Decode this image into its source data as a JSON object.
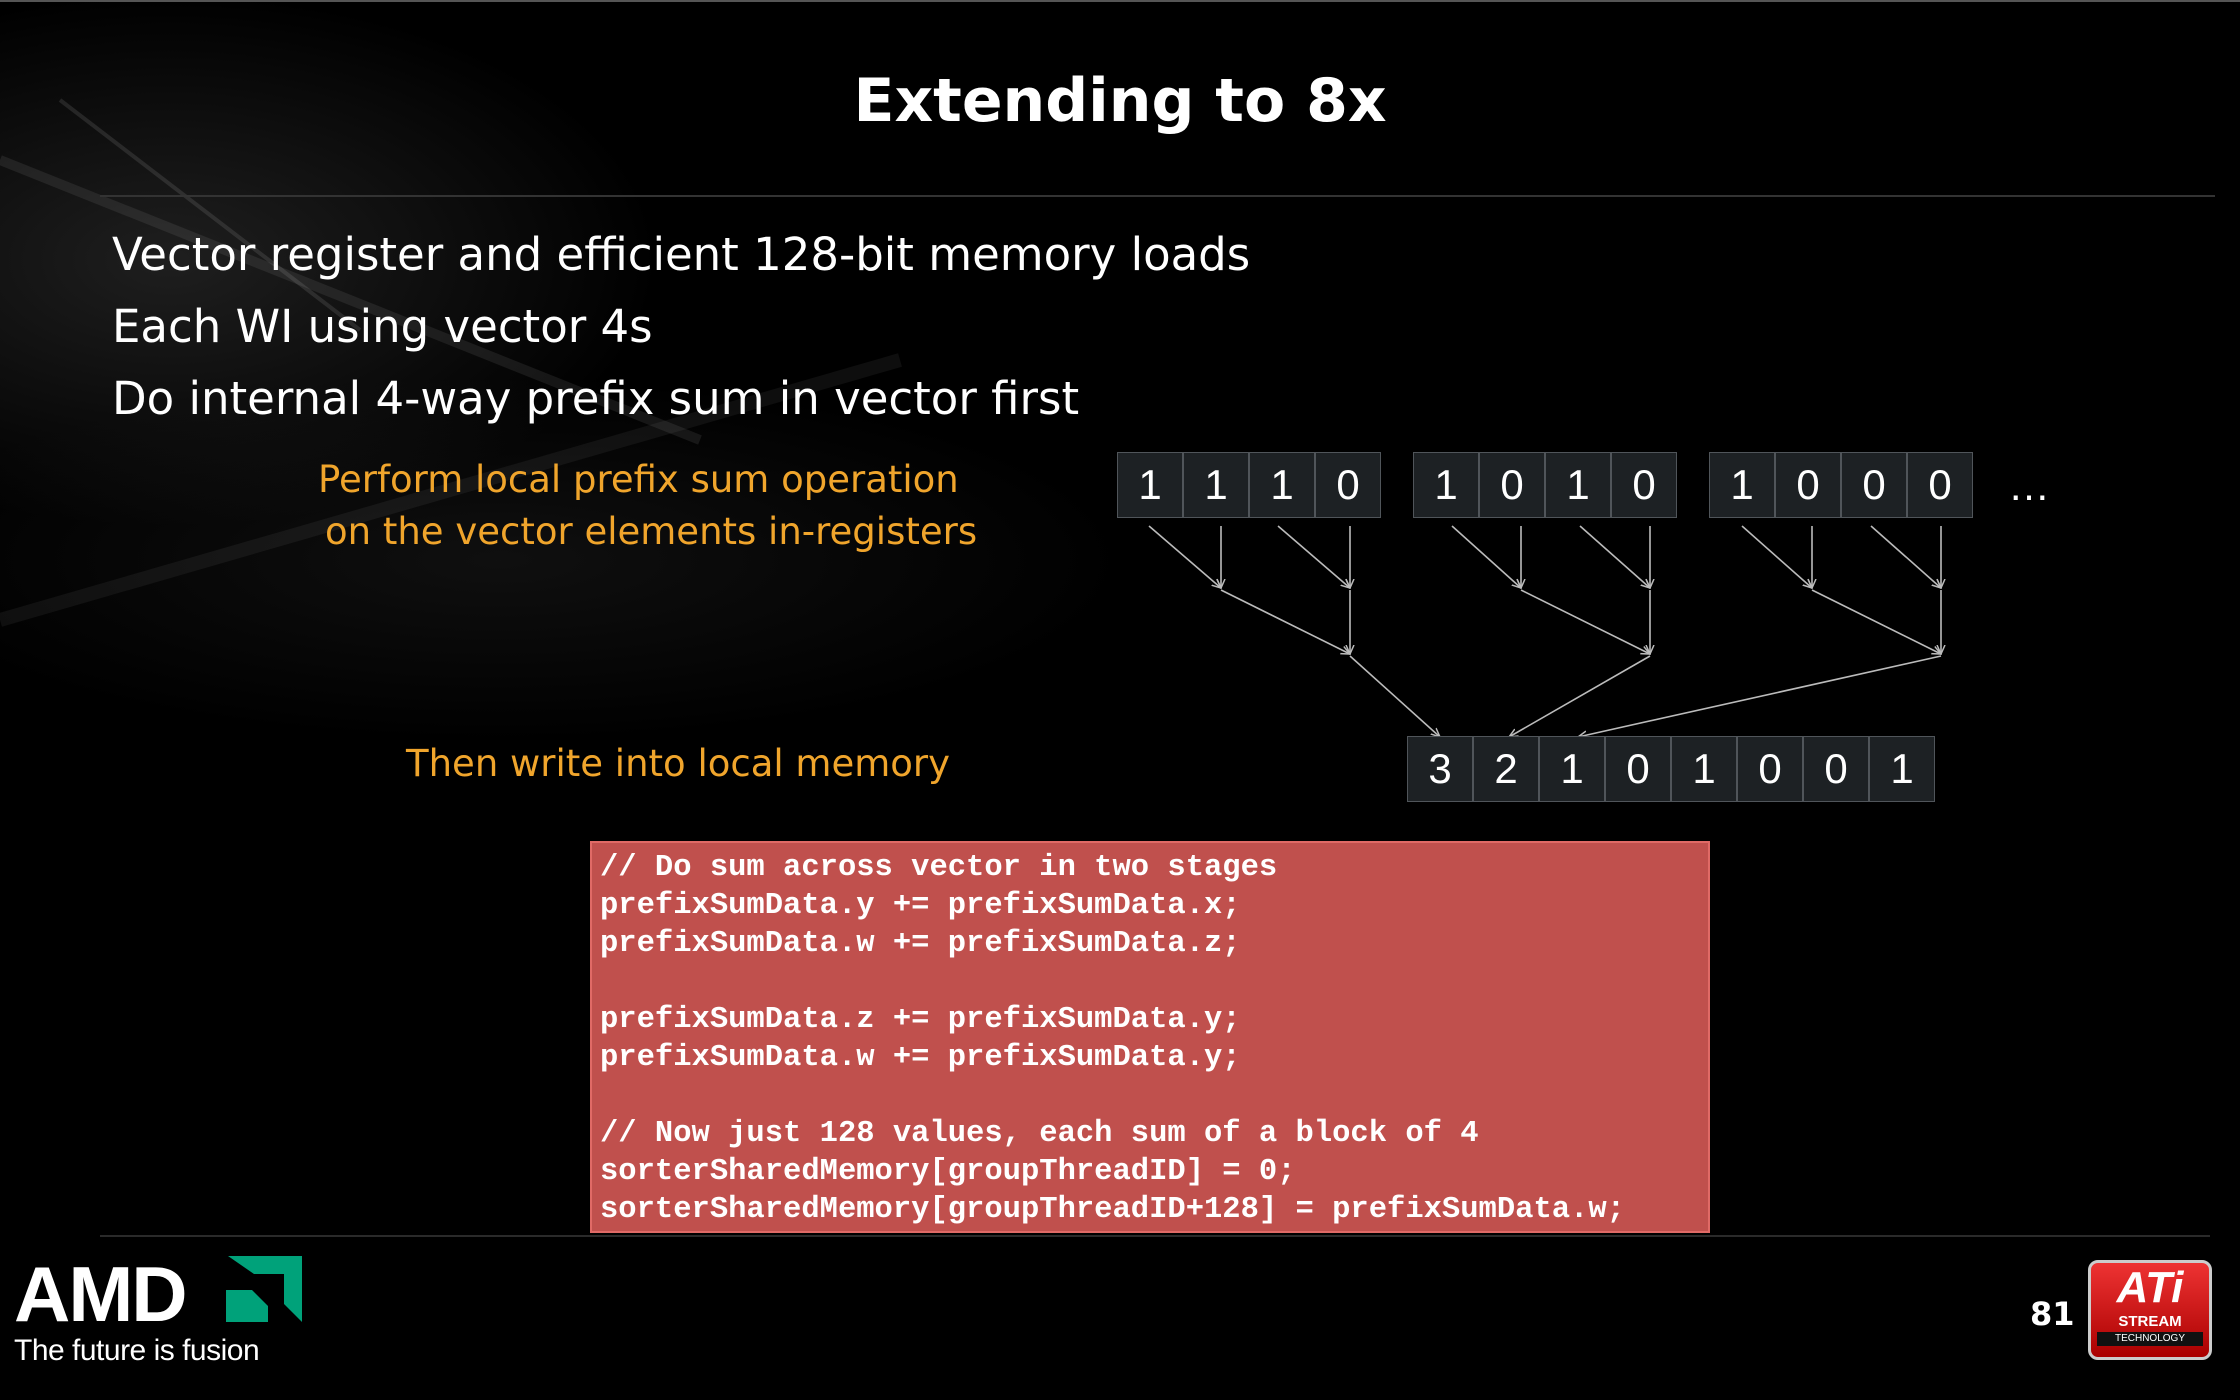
{
  "slide": {
    "title": "Extending to 8x",
    "bullets": [
      "Vector register and efficient 128-bit memory loads",
      "Each WI using vector 4s",
      "Do internal 4-way prefix sum in vector first"
    ],
    "note_prefix": [
      "Perform local prefix sum operation",
      "on the vector elements in-registers"
    ],
    "note_write": "Then write into local memory",
    "vectors": [
      [
        "1",
        "1",
        "1",
        "0"
      ],
      [
        "1",
        "0",
        "1",
        "0"
      ],
      [
        "1",
        "0",
        "0",
        "0"
      ]
    ],
    "ellipsis": "…",
    "result": [
      "3",
      "2",
      "1",
      "0",
      "1",
      "0",
      "0",
      "1"
    ],
    "code": [
      "// Do sum across vector in two stages",
      "prefixSumData.y += prefixSumData.x;",
      "prefixSumData.w += prefixSumData.z;",
      "",
      "prefixSumData.z += prefixSumData.y;",
      "prefixSumData.w += prefixSumData.y;",
      "",
      "// Now just 128 values, each sum of a block of 4",
      "sorterSharedMemory[groupThreadID] = 0;",
      "sorterSharedMemory[groupThreadID+128] = prefixSumData.w;"
    ],
    "page_number": "81"
  },
  "footer": {
    "brand": "AMD",
    "tagline": "The future is fusion",
    "ati_logo": "ATi",
    "ati_stream": "STREAM",
    "ati_tech": "TECHNOLOGY"
  },
  "colors": {
    "background": "#000000",
    "note": "#f0a52c",
    "code_bg": "#c0504d",
    "cell_bg": "#1d2124",
    "amd_green": "#00a27a"
  }
}
